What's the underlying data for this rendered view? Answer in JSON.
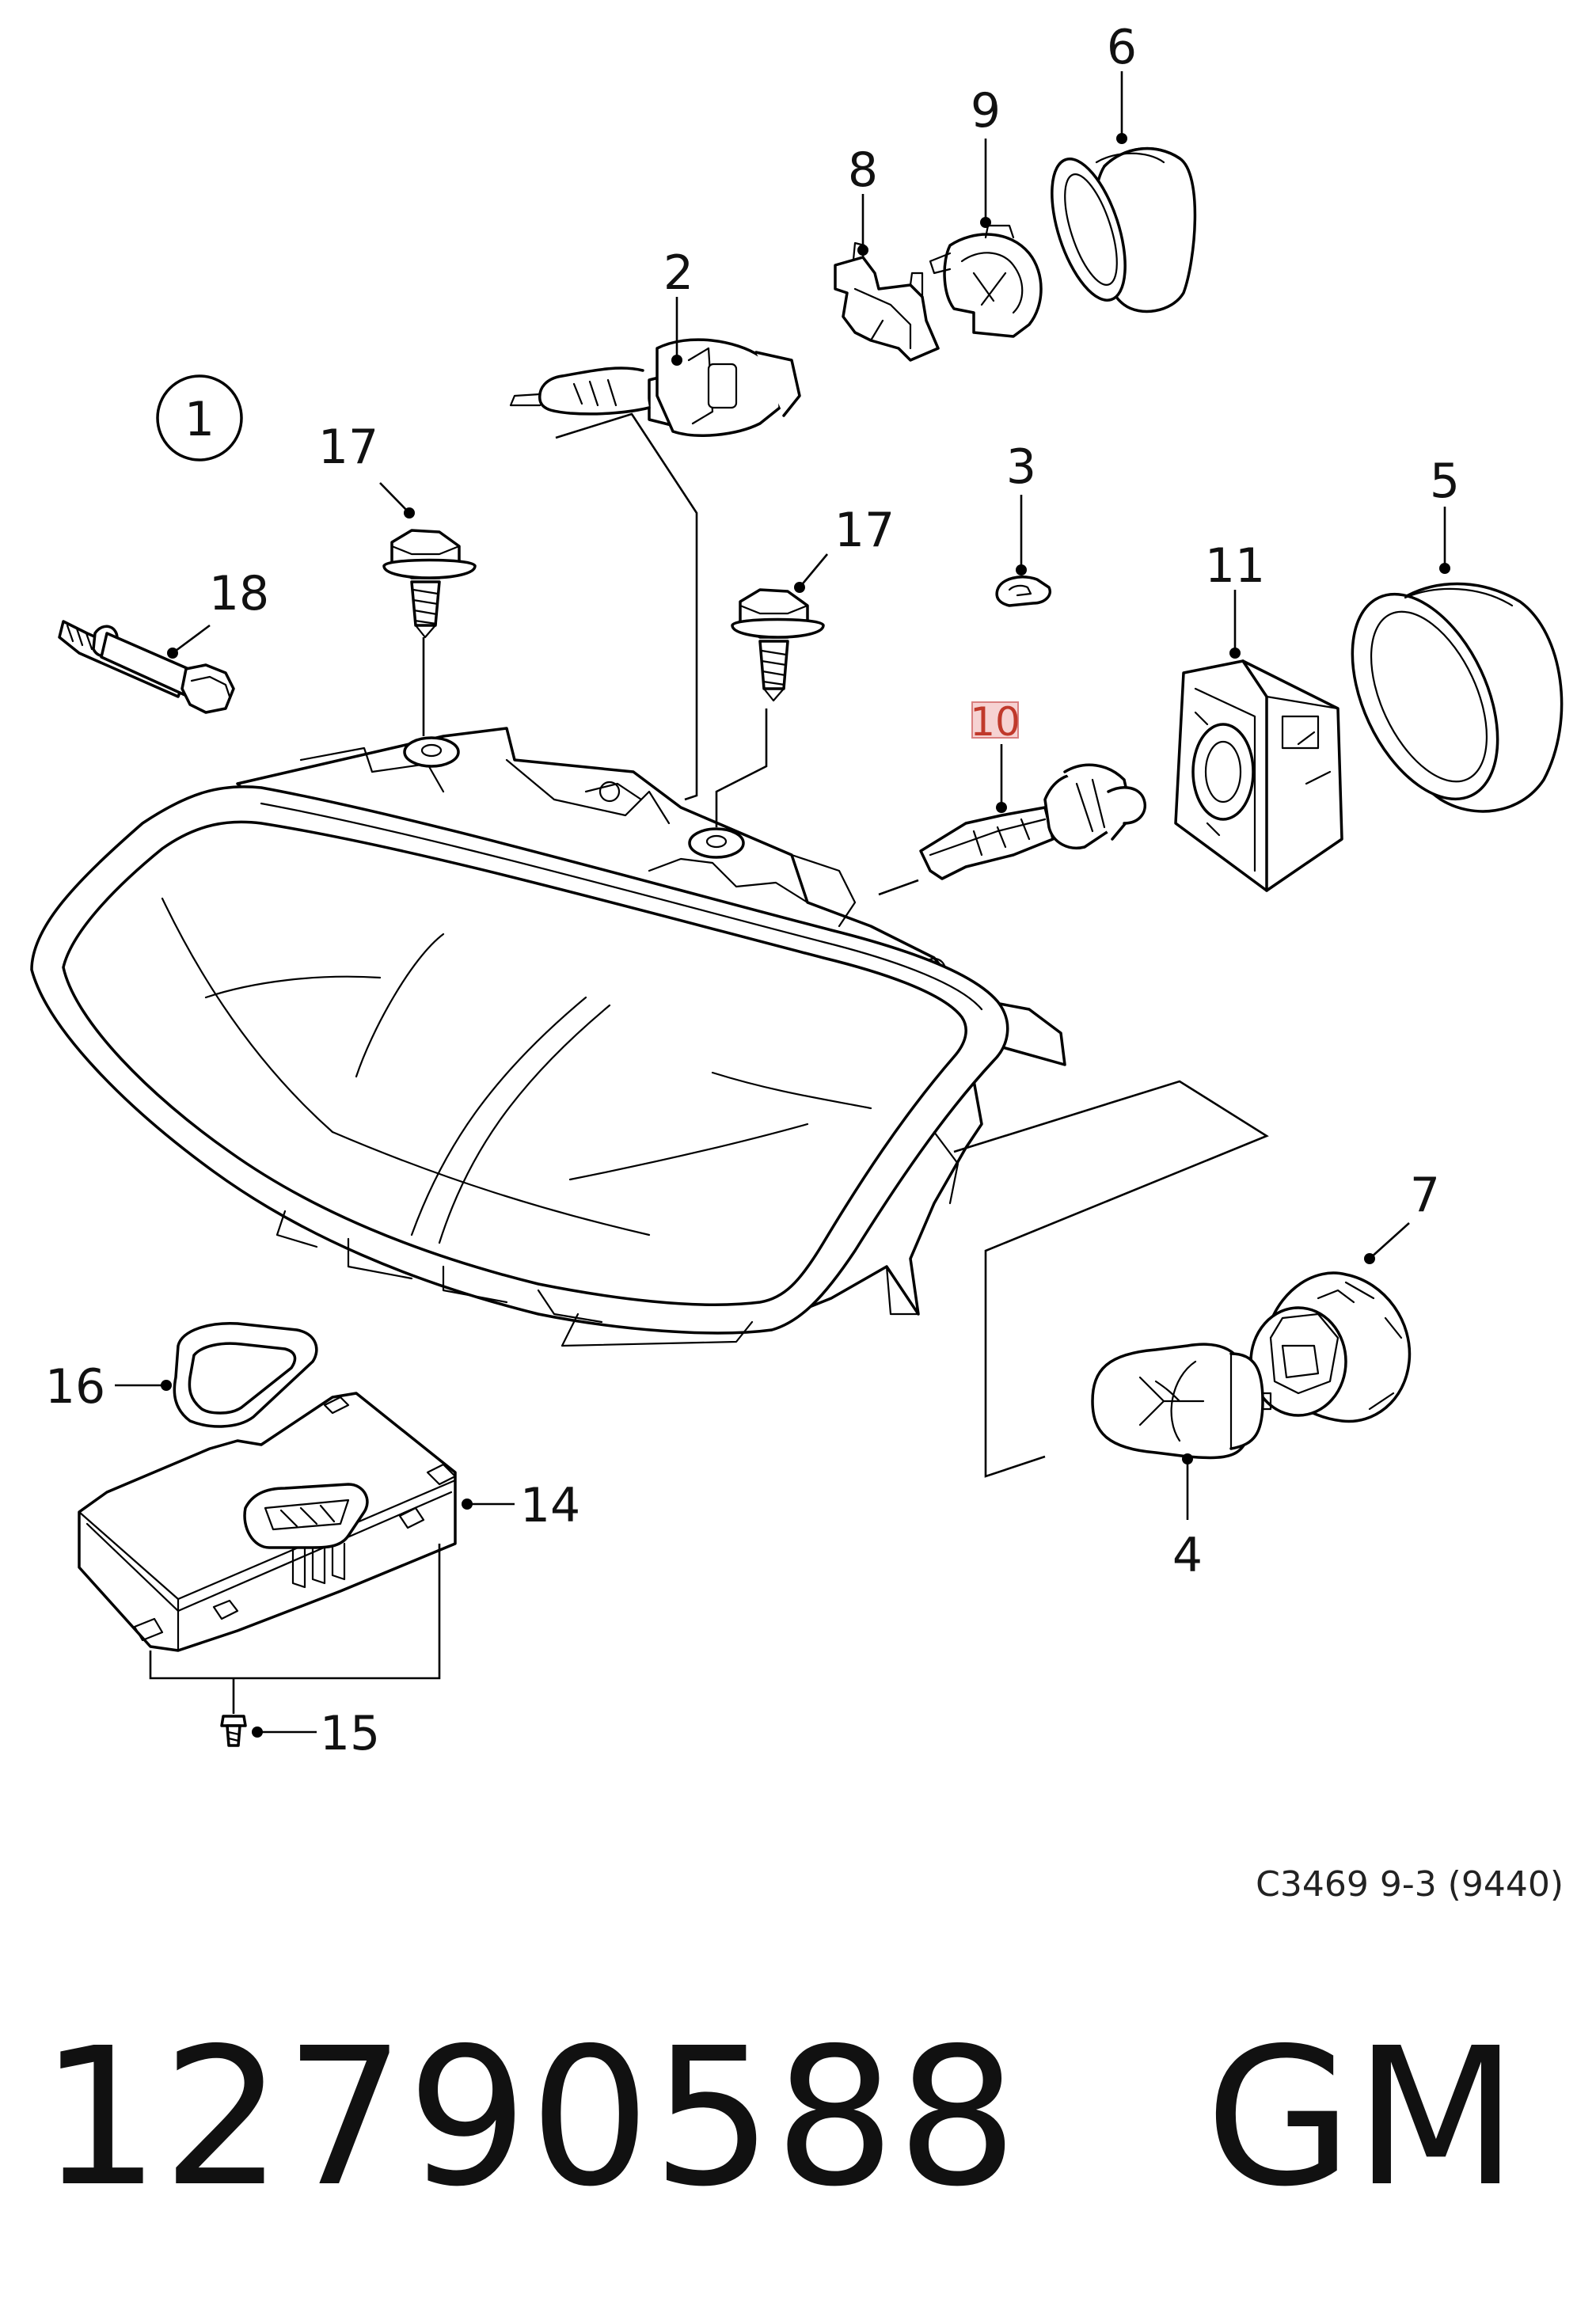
{
  "diagram": {
    "labels": {
      "item_1": "1",
      "item_2": "2",
      "item_3": "3",
      "item_4": "4",
      "item_5": "5",
      "item_6": "6",
      "item_7": "7",
      "item_8": "8",
      "item_9": "9",
      "item_10": "10",
      "item_11": "11",
      "item_14": "14",
      "item_15": "15",
      "item_16": "16",
      "item_17a": "17",
      "item_17b": "17",
      "item_18": "18"
    },
    "highlighted_item": "10",
    "reference_code": "C3469 9-3 (9440)"
  },
  "part_number": "12790588",
  "brand": "GM",
  "colors": {
    "line": "#000000",
    "highlight": "#f6d2d2"
  }
}
